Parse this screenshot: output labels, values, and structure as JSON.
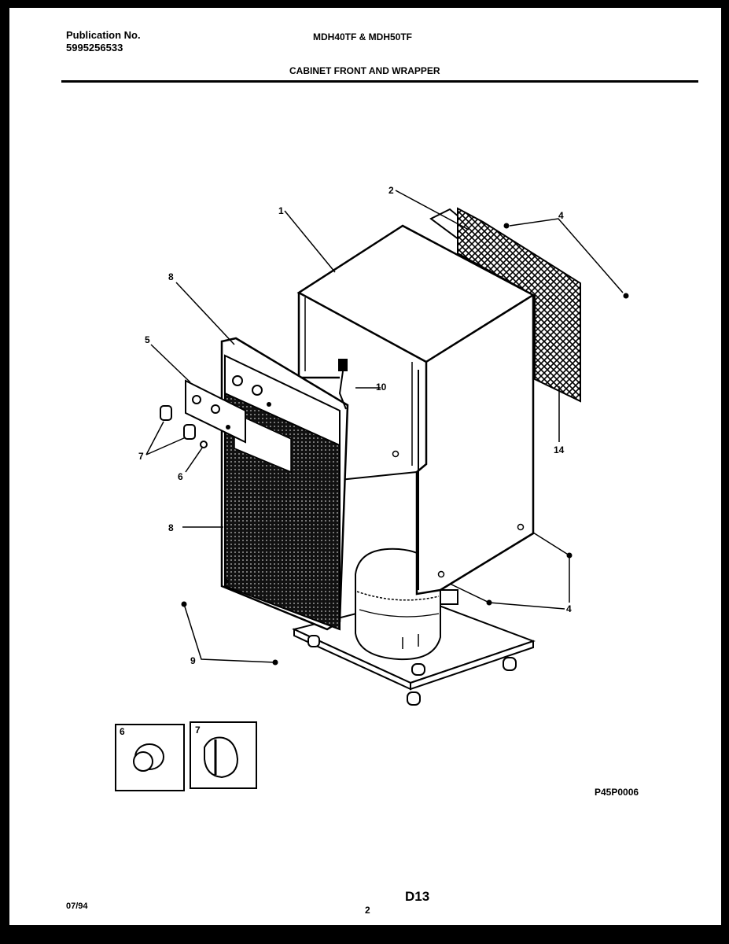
{
  "header": {
    "publication_label": "Publication No.",
    "publication_number": "5995256533",
    "model": "MDH40TF & MDH50TF",
    "section_title": "CABINET FRONT AND WRAPPER"
  },
  "callouts": {
    "c1": "1",
    "c2": "2",
    "c4a": "4",
    "c4b": "4",
    "c5": "5",
    "c6": "6",
    "c7": "7",
    "c8a": "8",
    "c8b": "8",
    "c9": "9",
    "c10": "10",
    "c14": "14"
  },
  "insets": {
    "knob_a": "6",
    "knob_b": "7"
  },
  "footer": {
    "diagram_code": "P45P0006",
    "date": "07/94",
    "page_number": "2",
    "doc_code": "D13"
  }
}
